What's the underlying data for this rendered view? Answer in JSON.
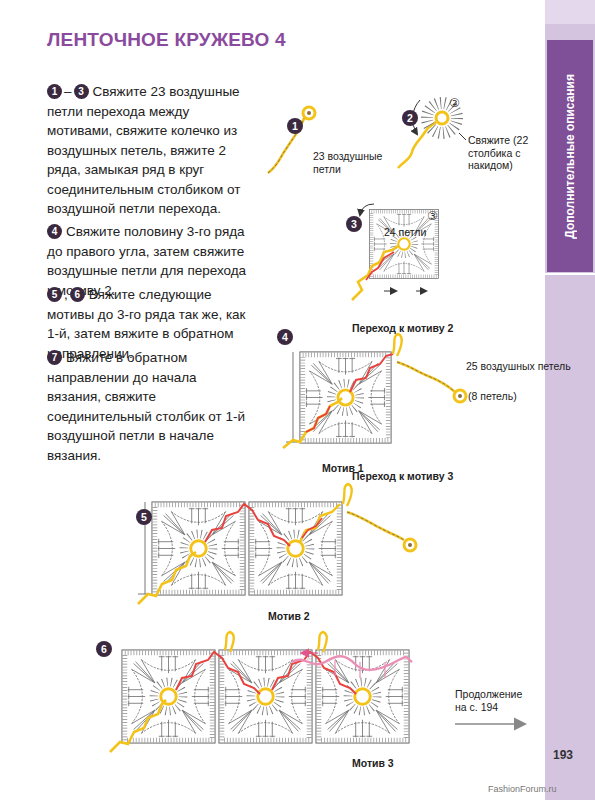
{
  "diagram": {
    "title": "ЛЕНТОЧНОЕ КРУЖЕВО 4",
    "nodes": [
      {
        "text": [
          "Дополнительные описания"
        ]
      }
    ],
    "labels": [
      "1",
      "–",
      "3",
      "Свяжите 23 воздушные петли перехода между мотивами, свяжите колечко из воздушных петель, вяжите 2 ряда, замыкая ряд в круг соединительным столбиком от воздушной петли перехода.",
      "4",
      "Свяжите половину 3-го ряда до правого угла, затем свяжите воздушные петли для перехода к мотиву 2.",
      "5",
      ",",
      "6",
      "Вяжите следующие мотивы до 3-го ряда так же, как 1-й, затем вяжите в обратном направлении.",
      "7",
      "Вяжите в обратном направлении до начала вязания, свяжите соединительный столбик от 1-й воздушной петли в начале вязания.",
      "1",
      "23 воздушные петли",
      "2",
      "②",
      "Свяжите (22 столбика с накидом)",
      "3",
      "24 петли",
      "③",
      "4",
      "Переход к мотиву 2",
      "25 воздушных петель",
      "(8 петель)",
      "Мотив 1",
      "5",
      "Переход к мотиву 3",
      "Мотив 2",
      "6",
      "Мотив 3",
      "Продолжение на с. 194",
      "193",
      "FashionForum.ru"
    ]
  }
}
